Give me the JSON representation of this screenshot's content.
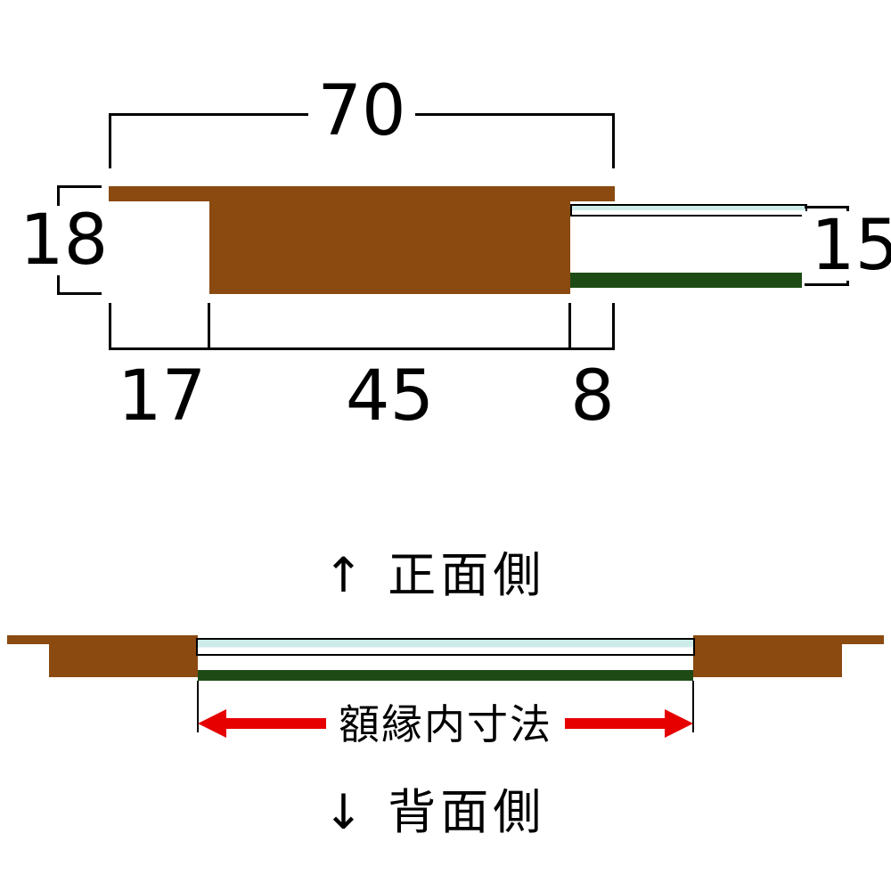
{
  "colors": {
    "wood": "#8a4a10",
    "glass": "#cdece9",
    "backing": "#1e4b15",
    "arrow": "#e60000",
    "line": "#000000"
  },
  "dimensions": {
    "total_width": "70",
    "left_height": "18",
    "right_height": "15",
    "lip_width": "17",
    "body_width": "45",
    "rabbet_width": "8"
  },
  "labels": {
    "front_side": "↑ 正面側",
    "inner_dimension": "額縁内寸法",
    "back_side": "↓ 背面側"
  }
}
